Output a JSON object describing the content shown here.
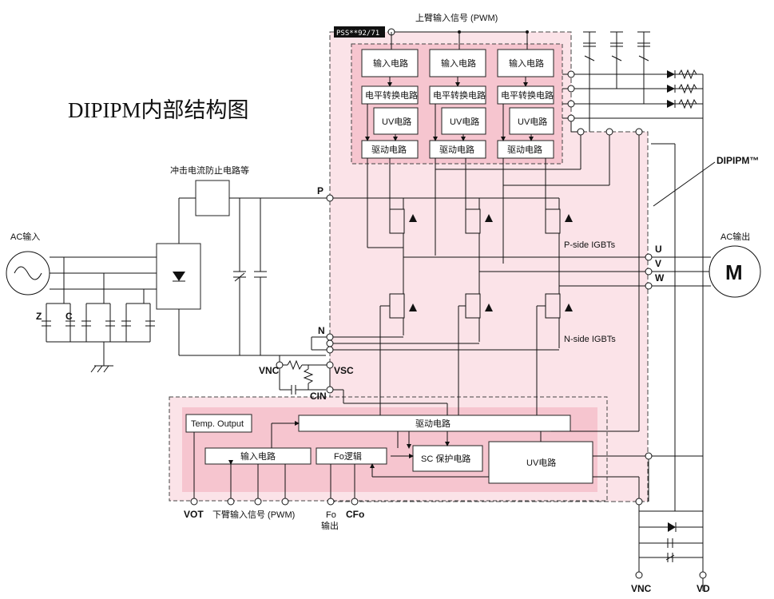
{
  "title": "DIPIPM内部结构图",
  "tag_label": "PSS**92/71",
  "labels": {
    "upper_input": "上臂输入信号 (PWM)",
    "inrush": "冲击电流防止电路等",
    "ac_in": "AC输入",
    "ac_out": "AC输出",
    "dipipm": "DIPIPM™",
    "motor": "M",
    "p_side": "P-side IGBTs",
    "n_side": "N-side IGBTs",
    "P": "P",
    "N": "N",
    "U": "U",
    "V": "V",
    "W": "W",
    "Z": "Z",
    "C": "C",
    "CIN": "CIN",
    "vnc_left": "VNC",
    "vsc": "VSC",
    "vot": "VOT",
    "lower_input": "下臂输入信号 (PWM)",
    "fo_out": "Fo\n输出",
    "cfo": "CFo",
    "vnc_bottom": "VNC",
    "vd": "VD"
  },
  "upper_blocks": {
    "input": "输入电路",
    "level_shift": "电平转换电路",
    "uv": "UV电路",
    "drive": "驱动电路"
  },
  "lower_blocks": {
    "temp": "Temp. Output",
    "drive": "驱动电路",
    "input": "输入电路",
    "fo": "Fo逻辑",
    "sc": "SC 保护电路",
    "uv": "UV电路"
  }
}
